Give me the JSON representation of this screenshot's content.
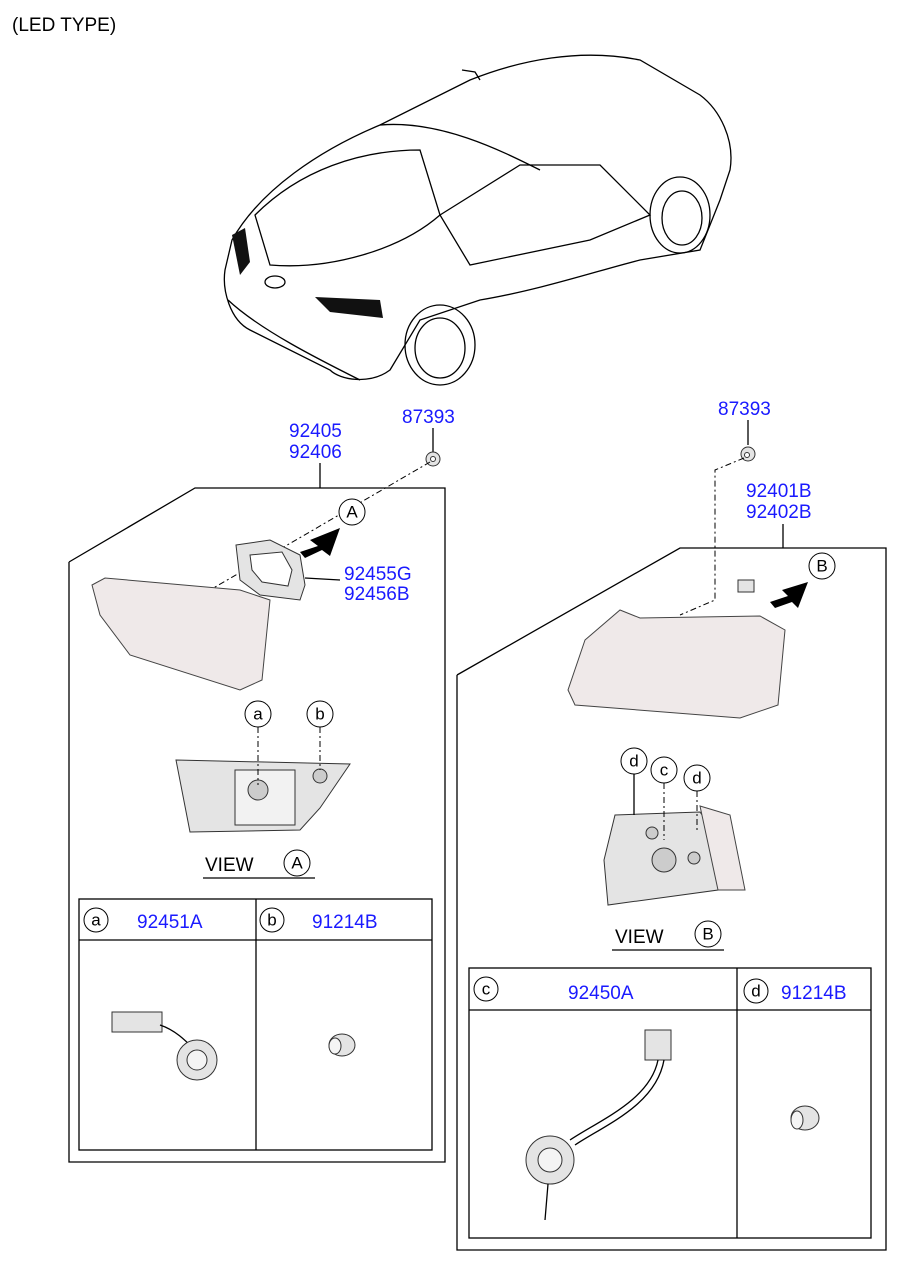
{
  "header": {
    "title": "(LED TYPE)"
  },
  "callouts": {
    "left_assembly": [
      "92405",
      "92406"
    ],
    "left_grommet": "87393",
    "left_gasket": [
      "92455G",
      "92456B"
    ],
    "right_grommet": "87393",
    "right_assembly": [
      "92401B",
      "92402B"
    ]
  },
  "markers": {
    "A": "A",
    "B": "B",
    "a": "a",
    "b": "b",
    "c": "c",
    "d": "d"
  },
  "views": {
    "view_a": "VIEW",
    "view_b": "VIEW"
  },
  "left_table": {
    "cells": [
      {
        "key": "a",
        "part": "92451A"
      },
      {
        "key": "b",
        "part": "91214B"
      }
    ]
  },
  "right_table": {
    "cells": [
      {
        "key": "c",
        "part": "92450A"
      },
      {
        "key": "d",
        "part": "91214B"
      }
    ]
  },
  "colors": {
    "part_number": "#1a1aff",
    "line": "#000000"
  }
}
